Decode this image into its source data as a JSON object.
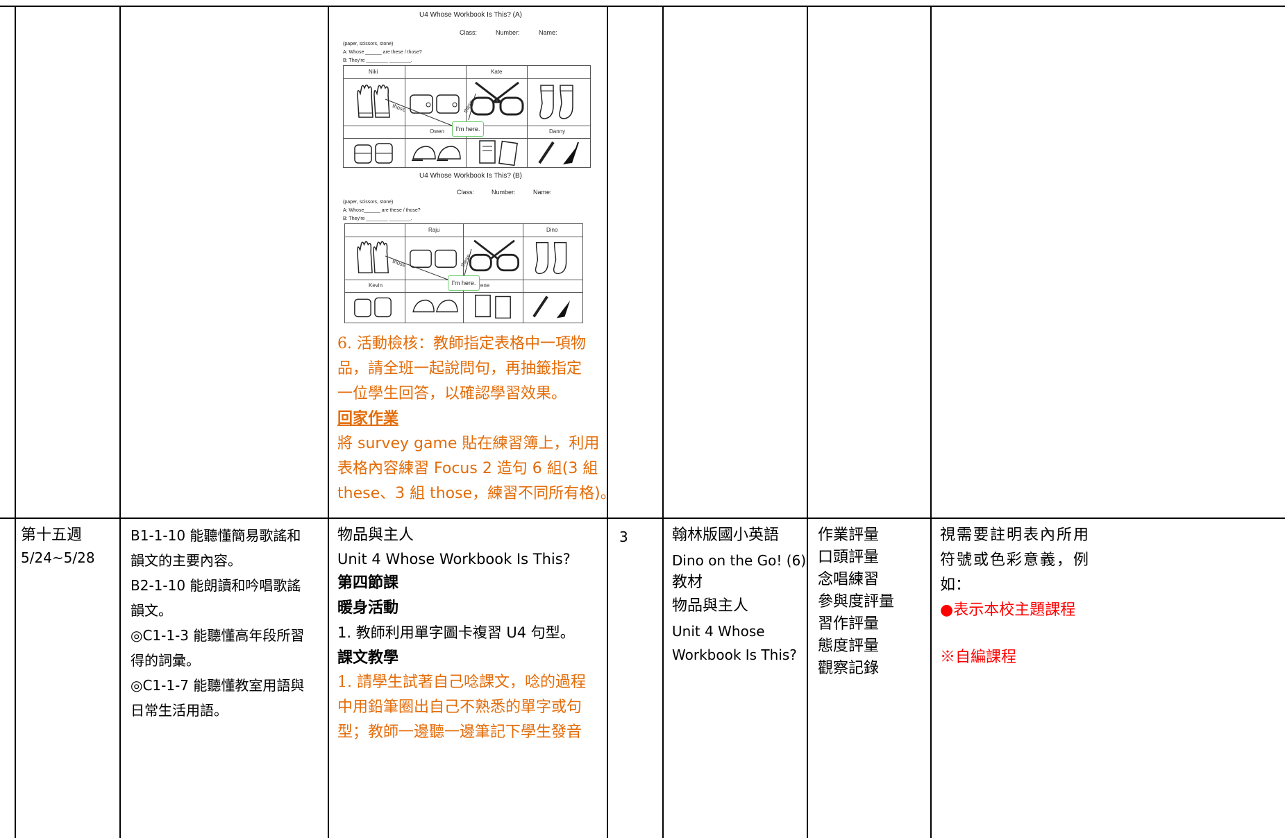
{
  "worksheet_a": {
    "title": "U4 Whose Workbook Is This? (A)",
    "class_label": "Class:",
    "number_label": "Number:",
    "name_label": "Name:",
    "line1": "(paper, scissors, stone)",
    "line2": "A: Whose ______ are these / those?",
    "line3": "B: They're ________ ________.",
    "names_top": [
      "Niki",
      "",
      "Kate",
      ""
    ],
    "names_bottom": [
      "",
      "Owen",
      "",
      "Danny"
    ],
    "bubble": "I'm here.",
    "arrow_labels": [
      "those",
      "these"
    ]
  },
  "worksheet_b": {
    "title": "U4 Whose Workbook Is This? (B)",
    "class_label": "Class:",
    "number_label": "Number:",
    "name_label": "Name:",
    "line1": "(paper, scissors, stone)",
    "line2": "A: Whose______ are these / those?",
    "line3": "B: They're ________ ________.",
    "names_top": [
      "",
      "Raju",
      "",
      "Dino"
    ],
    "names_bottom": [
      "Kevin",
      "",
      "Irene",
      ""
    ],
    "bubble": "I'm here.",
    "arrow_labels": [
      "those",
      "these"
    ]
  },
  "top_row": {
    "check_lines": [
      "6.  活動檢核：教師指定表格中一項物",
      "品，請全班一起說問句，再抽籤指定",
      "一位學生回答，以確認學習效果。"
    ],
    "homework_heading": "回家作業",
    "homework_lines": [
      "將 survey game 貼在練習簿上，利用",
      "表格內容練習 Focus 2 造句 6 組(3 組",
      "these、3 組 those，練習不同所有格)。"
    ]
  },
  "week_row": {
    "week": "第十五週",
    "dates": "5/24~5/28",
    "indicators": [
      "B1-1-10 能聽懂簡易歌謠和",
      "韻文的主要內容。",
      "B2-1-10 能朗讀和吟唱歌謠",
      "韻文。",
      "◎C1-1-3 能聽懂高年段所習",
      "得的詞彙。",
      "◎C1-1-7 能聽懂教室用語與",
      "日常生活用語。"
    ],
    "topic": "物品與主人",
    "unit": "Unit 4 Whose Workbook Is This?",
    "lesson": "第四節課",
    "warmup": "暖身活動",
    "warmup_item": "1. 教師利用單字圖卡複習 U4 句型。",
    "text_teaching": "課文教學",
    "teaching_lines": [
      "1. 請學生試著自己唸課文，唸的過程",
      "中用鉛筆圈出自己不熟悉的單字或句",
      "型；教師一邊聽一邊筆記下學生發音"
    ],
    "periods": "3",
    "materials": [
      "翰林版國小英語",
      "Dino on the Go! (6)",
      "教材",
      "物品與主人",
      "Unit 4 Whose",
      "Workbook Is This?"
    ],
    "assessments": [
      "作業評量",
      "口頭評量",
      "念唱練習",
      "參與度評量",
      "習作評量",
      "態度評量",
      "觀察記錄"
    ],
    "notes": [
      "視需要註明表內所用",
      "符號或色彩意義，例",
      "如："
    ],
    "note_theme": "●表示本校主題課程",
    "note_self": "※自編課程"
  }
}
